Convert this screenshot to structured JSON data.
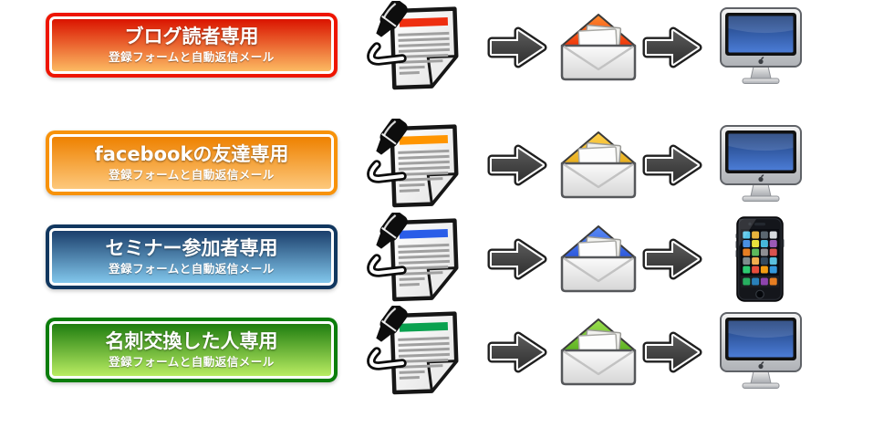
{
  "page": {
    "background_color": "#ffffff"
  },
  "rows": [
    {
      "banner": {
        "title": "facebookの友達専用",
        "subtitle": "登録フォームと自動返信メール",
        "border_color": "#f7920a",
        "gradient_top": "#ee8100",
        "gradient_bottom": "#fdc87c"
      },
      "accent_color": "#ff9500",
      "flap_top": "#ffd14b",
      "flap_bottom": "#e0a312",
      "device": "imac"
    },
    {
      "banner": {
        "title": "セミナー参加者専用",
        "subtitle": "登録フォームと自動返信メール",
        "border_color": "#11375f",
        "gradient_top": "#1b3f6c",
        "gradient_bottom": "#82c7ec"
      },
      "accent_color": "#2a5de8",
      "flap_top": "#5a8af5",
      "flap_bottom": "#1f49d4",
      "device": "iphone"
    },
    {
      "banner": {
        "title": "名刺交換した人専用",
        "subtitle": "登録フォームと自動返信メール",
        "border_color": "#0b7d0b",
        "gradient_top": "#1f7d10",
        "gradient_bottom": "#b9ec62"
      },
      "accent_color": "#0aa14f",
      "flap_top": "#9ce04f",
      "flap_bottom": "#4aa315",
      "device": "imac"
    },
    {
      "banner": {
        "title": "ブログ読者専用",
        "subtitle": "登録フォームと自動返信メール",
        "border_color": "#ee1500",
        "gradient_top": "#da1400",
        "gradient_bottom": "#fcba62"
      },
      "accent_color": "#ee2e10",
      "flap_top": "#ff8c2e",
      "flap_bottom": "#e81a00",
      "device": "imac"
    }
  ],
  "icons": {
    "form": "document-with-pen-icon",
    "arrow": "right-arrow-icon",
    "mail": "open-envelope-icon",
    "imac": "imac-desktop-icon",
    "iphone": "iphone-icon"
  }
}
